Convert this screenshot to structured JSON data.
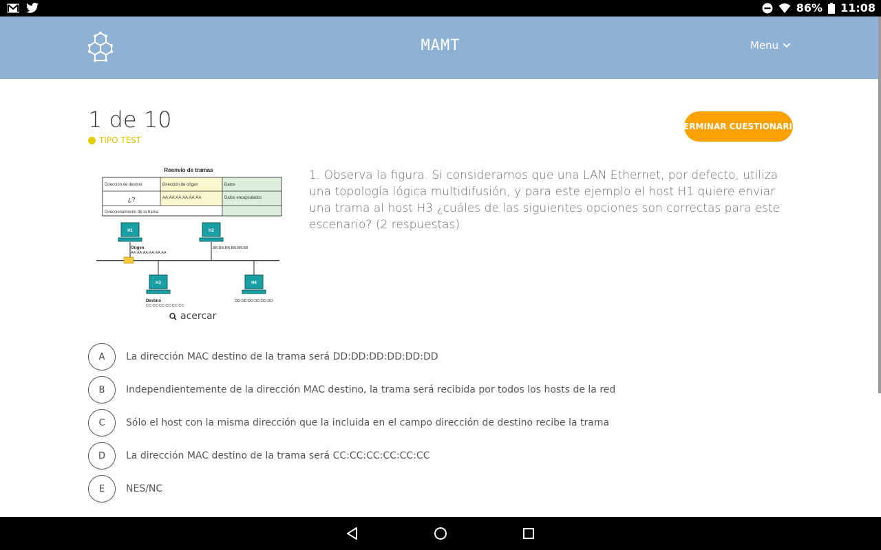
{
  "status_bar": {
    "left_icons": [
      "gmail-icon",
      "twitter-icon"
    ],
    "right_icons": [
      "do-not-disturb-icon",
      "wifi-icon",
      "battery-icon"
    ],
    "battery": "86%",
    "time": "11:08"
  },
  "header": {
    "title": "MAMT",
    "menu_label": "Menu",
    "background": "#8db2d4"
  },
  "quiz": {
    "counter": "1 de 10",
    "type": "TIPO TEST",
    "finish_label": "TERMINAR CUESTIONARIO",
    "accent": "#fba200",
    "question": "1. Observa la figura. Si consideramos que una LAN Ethernet, por defecto, utiliza una topología lógica multidifusión, y para este ejemplo el host H1 quiere enviar una trama al host H3 ¿cuáles de las siguientes opciones son correctas para este escenario? (2 respuestas)",
    "zoom_label": "acercar",
    "options": [
      {
        "letter": "A",
        "text": "La dirección MAC destino de la trama será DD:DD:DD:DD:DD:DD"
      },
      {
        "letter": "B",
        "text": "Independientemente de la dirección MAC destino, la trama será recibida por todos los hosts de la red"
      },
      {
        "letter": "C",
        "text": "Sólo el host con la misma dirección que la incluida en el campo dirección de destino recibe la trama"
      },
      {
        "letter": "D",
        "text": "La dirección MAC destino de la trama será CC:CC:CC:CC:CC:CC"
      },
      {
        "letter": "E",
        "text": "NES/NC"
      }
    ]
  },
  "figure": {
    "title": "Reenvío de tramas",
    "table": {
      "headers": [
        "Dirección de destino",
        "Dirección de origen",
        "Datos"
      ],
      "row": [
        "¿?",
        "AA:AA:AA:AA:AA:AA",
        "Datos encapsulados"
      ],
      "footer": "Direccionamiento de la trama"
    },
    "hosts": [
      {
        "name": "H1",
        "role": "Origen",
        "mac": "AA:AA:AA:AA:AA:AA"
      },
      {
        "name": "H2",
        "role": "",
        "mac": "BB:BB:BB:BB:BB:BB"
      },
      {
        "name": "H3",
        "role": "Destino",
        "mac": "CC:CC:CC:CC:CC:CC"
      },
      {
        "name": "H4",
        "role": "",
        "mac": "DD:DD:DD:DD:DD:DD"
      }
    ]
  },
  "nav": [
    "back-icon",
    "home-icon",
    "recents-icon"
  ]
}
